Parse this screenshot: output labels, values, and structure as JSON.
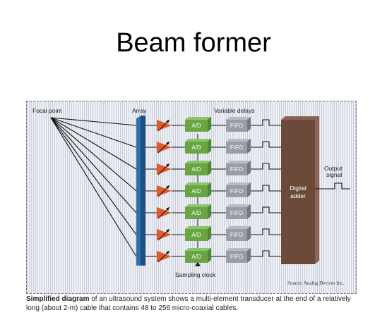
{
  "slide": {
    "title": "Beam former"
  },
  "figure": {
    "labels": {
      "focal_point": "Focal point",
      "array": "Array",
      "variable_delays": "Variable delays",
      "output_signal_line1": "Output",
      "output_signal_line2": "signal",
      "sampling_clock": "Sampling clock",
      "digital_adder_line1": "Digital",
      "digital_adder_line2": "adder",
      "source": "Source: Analog Devices Inc."
    },
    "channel_count": 7,
    "adc_label": "A/D",
    "fifo_label": "FIFO",
    "colors": {
      "array": "#2f6fae",
      "amplifier": "#e05a2b",
      "adc": "#6aa544",
      "fifo": "#9a9da3",
      "adder": "#6b4a3a"
    }
  },
  "caption": {
    "bold": "Simplified diagram",
    "text": " of an ultrasound system shows a multi-element transducer at the end of a relatively long (about 2-m) cable that contains 48 to 256 micro-coaxial cables."
  }
}
